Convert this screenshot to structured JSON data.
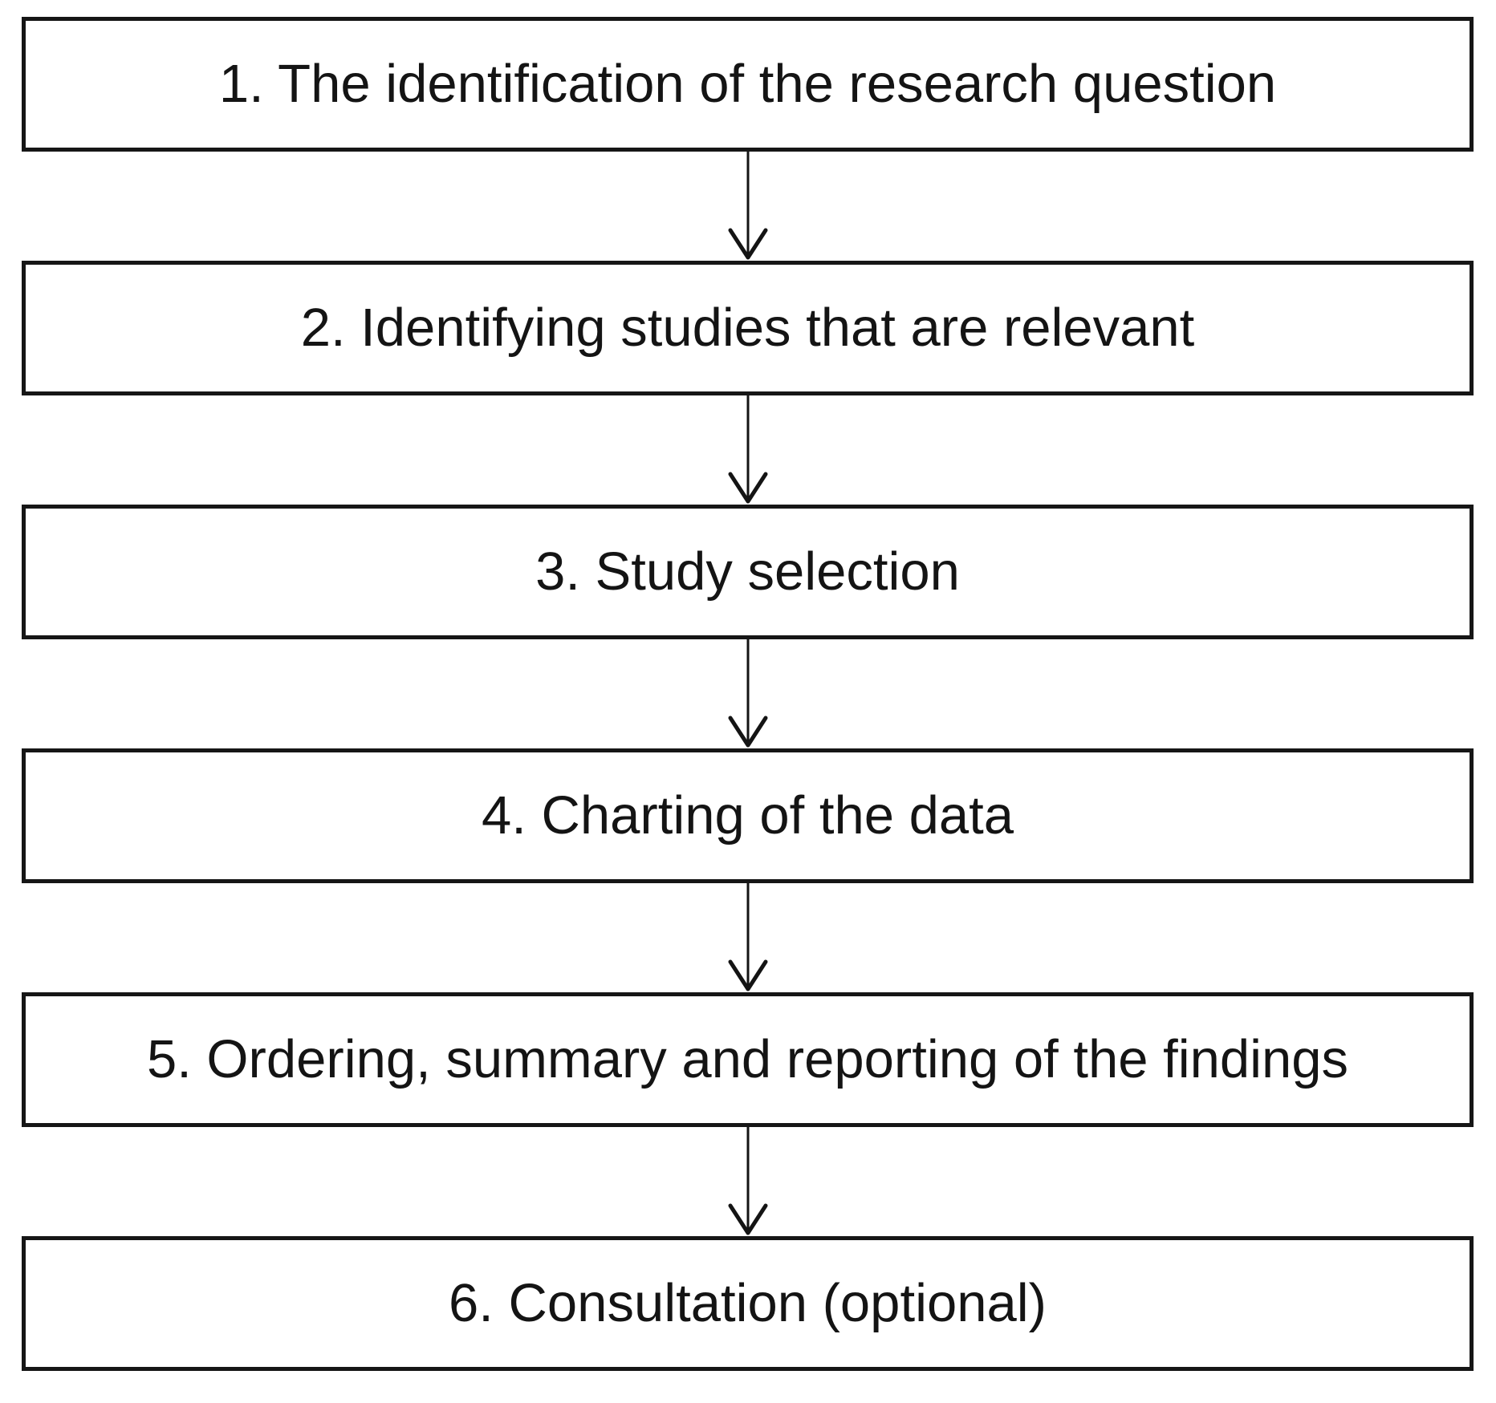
{
  "diagram": {
    "type": "flowchart",
    "direction": "top-to-bottom",
    "steps": [
      {
        "label": "1. The identification of the research question"
      },
      {
        "label": "2. Identifying studies that are relevant"
      },
      {
        "label": "3. Study selection"
      },
      {
        "label": "4. Charting of the data"
      },
      {
        "label": "5. Ordering, summary and reporting of the findings"
      },
      {
        "label": "6. Consultation (optional)"
      }
    ],
    "connector_icon": "arrow-down",
    "colors": {
      "box_border": "#161616",
      "box_fill": "#ffffff",
      "text": "#141414",
      "arrow": "#141414",
      "background": "#ffffff"
    }
  }
}
